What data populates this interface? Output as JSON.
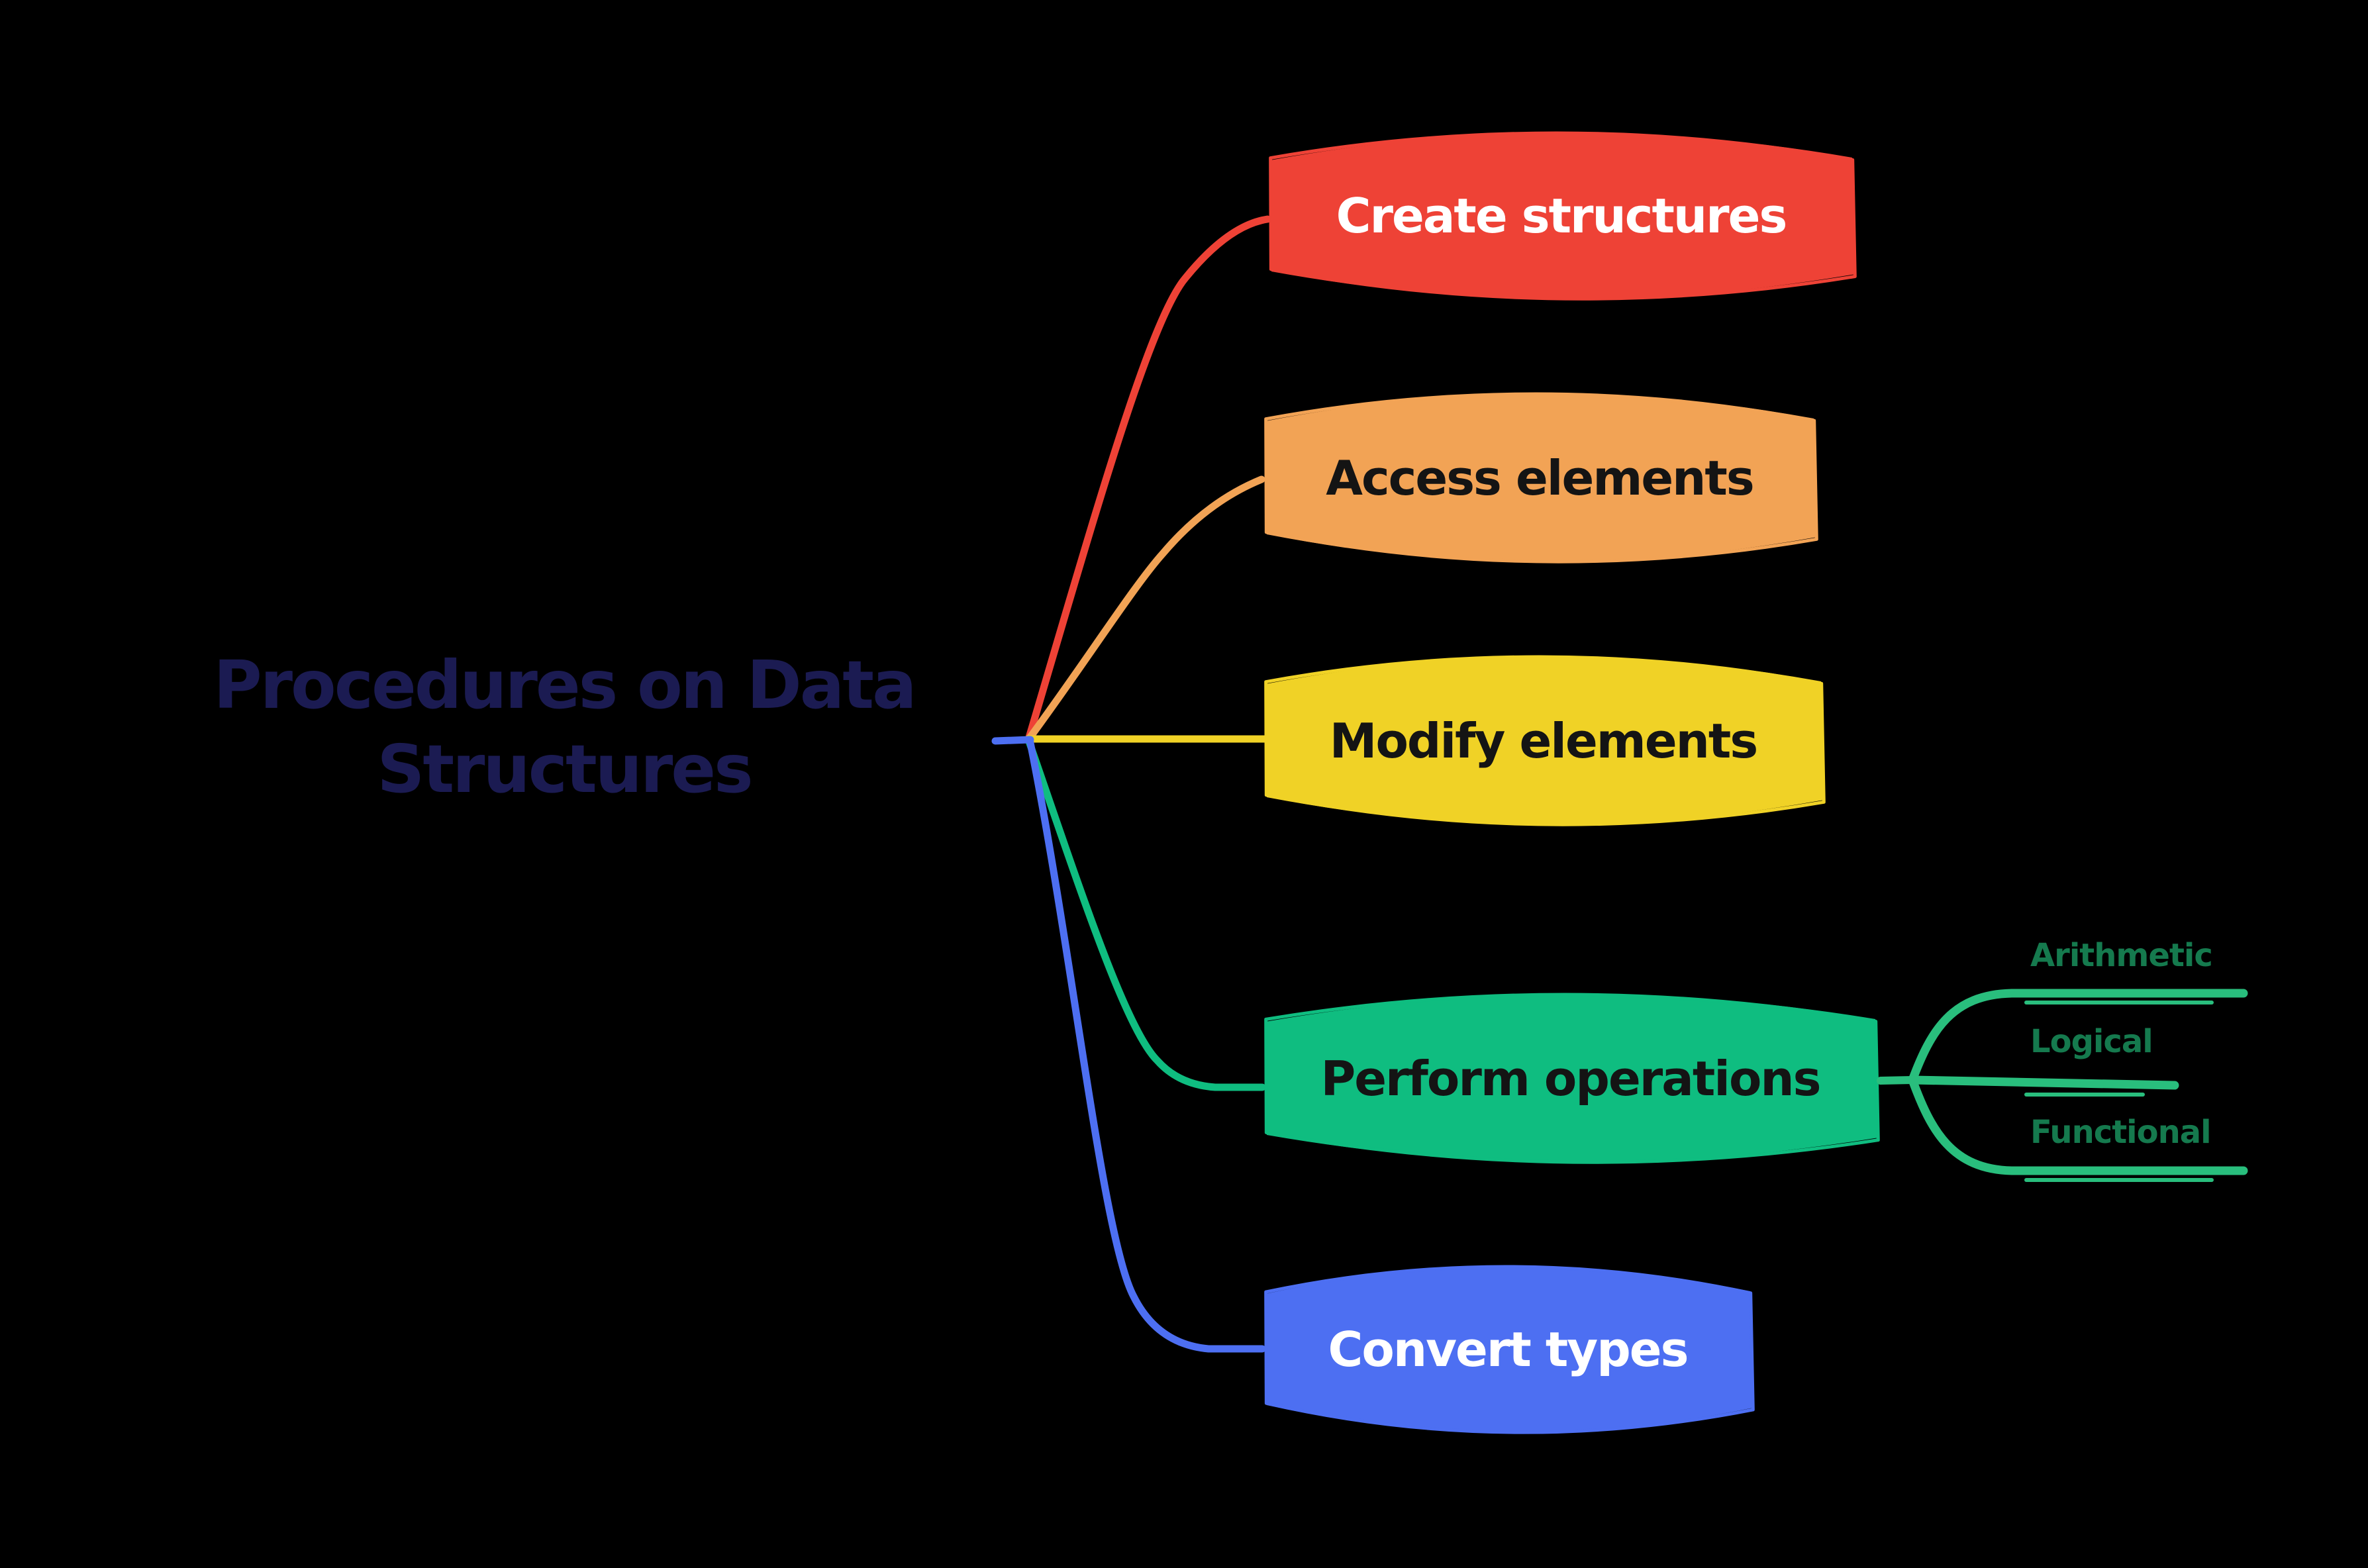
{
  "canvas": {
    "background": "#000000"
  },
  "central_topic": {
    "label": "Procedures on Data Structures",
    "text_color": "#1b1b52"
  },
  "branches": [
    {
      "id": "create-structures",
      "label": "Create structures",
      "node_color": "#ee4236",
      "text_color": "#ffffff"
    },
    {
      "id": "access-elements",
      "label": "Access elements",
      "node_color": "#f2a355",
      "text_color": "#141414"
    },
    {
      "id": "modify-elements",
      "label": "Modify elements",
      "node_color": "#f0d226",
      "text_color": "#141414"
    },
    {
      "id": "perform-operations",
      "label": "Perform operations",
      "node_color": "#0fbd80",
      "text_color": "#141414",
      "subtopics": {
        "text_color": "#157a4e",
        "line_color": "#29be7d",
        "items": [
          {
            "id": "arithmetic",
            "label": "Arithmetic"
          },
          {
            "id": "logical",
            "label": "Logical"
          },
          {
            "id": "functional",
            "label": "Functional"
          }
        ]
      }
    },
    {
      "id": "convert-types",
      "label": "Convert types",
      "node_color": "#4d6ff2",
      "text_color": "#ffffff"
    }
  ]
}
